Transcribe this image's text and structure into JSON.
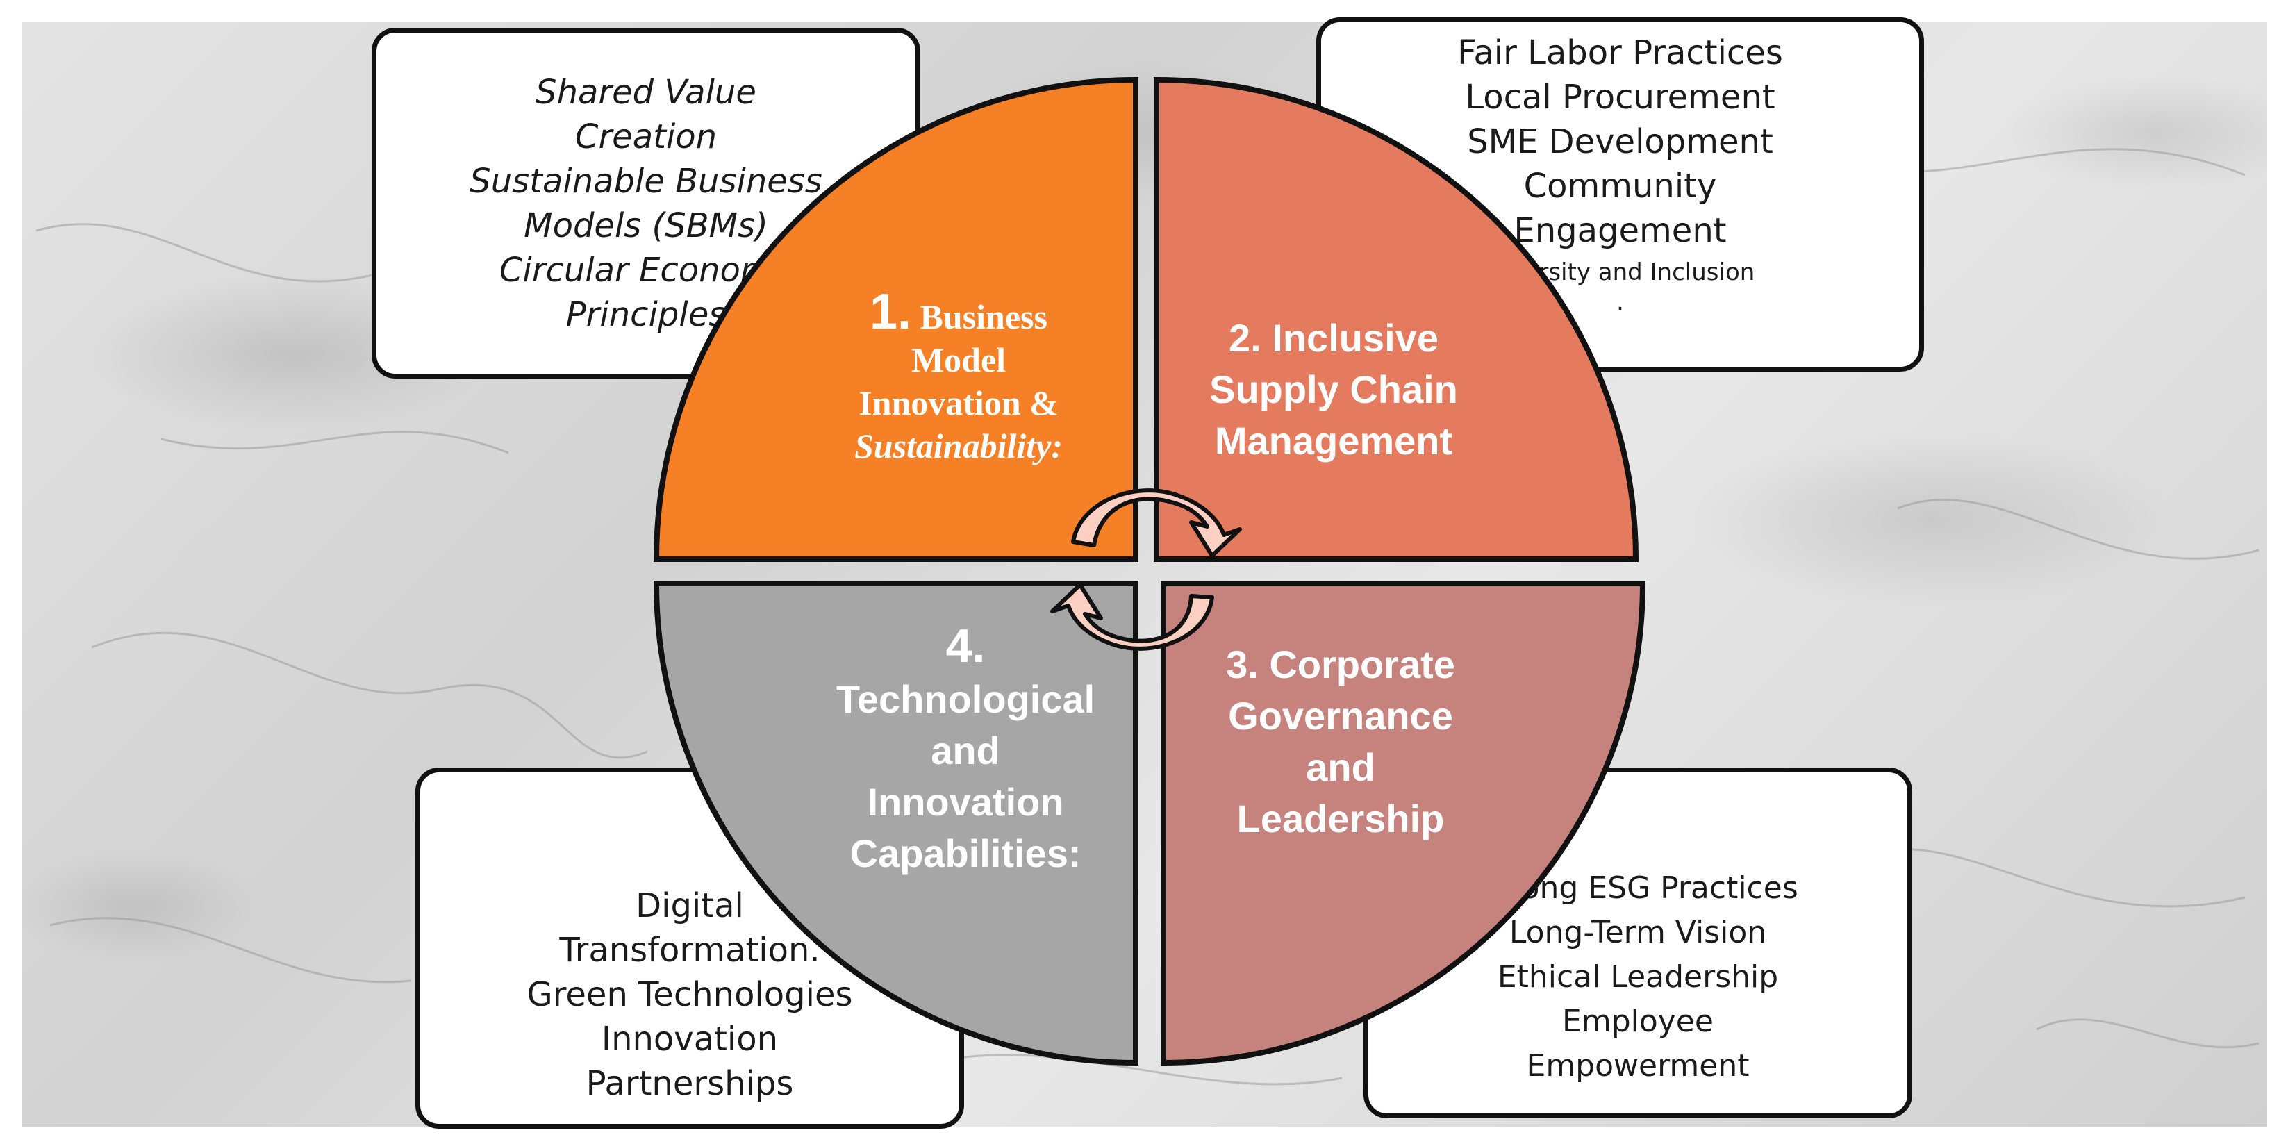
{
  "quadrants": [
    {
      "number": "1.",
      "title_lines": [
        "Business",
        "Model",
        "Innovation &",
        "Sustainability:"
      ],
      "color": "#F58025"
    },
    {
      "number": "2.",
      "title_lines": [
        "2. Inclusive",
        "Supply Chain",
        "Management"
      ],
      "color": "#E47B5E"
    },
    {
      "number": "3.",
      "title_lines": [
        "3.  Corporate",
        "Governance",
        "and",
        "Leadership"
      ],
      "color": "#C6827D"
    },
    {
      "number": "4.",
      "title_lines": [
        "Technological",
        "and",
        "Innovation",
        "Capabilities:"
      ],
      "color": "#A6A6A6"
    }
  ],
  "box_tl": {
    "items": [
      "Shared Value",
      "Creation",
      "Sustainable Business",
      "Models (SBMs)",
      "Circular Economy",
      "Principles"
    ]
  },
  "box_tr": {
    "items": [
      "Fair Labor Practices",
      "Local Procurement",
      "SME Development",
      "Community",
      "Engagement"
    ],
    "small_item": "Diversity and Inclusion",
    "trailing_dot": "."
  },
  "box_bl": {
    "items": [
      "Digital",
      "Transformation.",
      "Green Technologies",
      "Innovation",
      "Partnerships"
    ]
  },
  "box_br": {
    "items": [
      "Strong ESG Practices",
      "Long-Term Vision",
      "Ethical Leadership",
      "Employee",
      "Empowerment"
    ]
  },
  "icons": {
    "cycle_arrow_top": "circular-arrow-icon",
    "cycle_arrow_bottom": "circular-arrow-icon"
  },
  "colors": {
    "outline": "#111111",
    "arrow_fill": "#FBD0C2",
    "box_bg": "#FFFFFF"
  }
}
